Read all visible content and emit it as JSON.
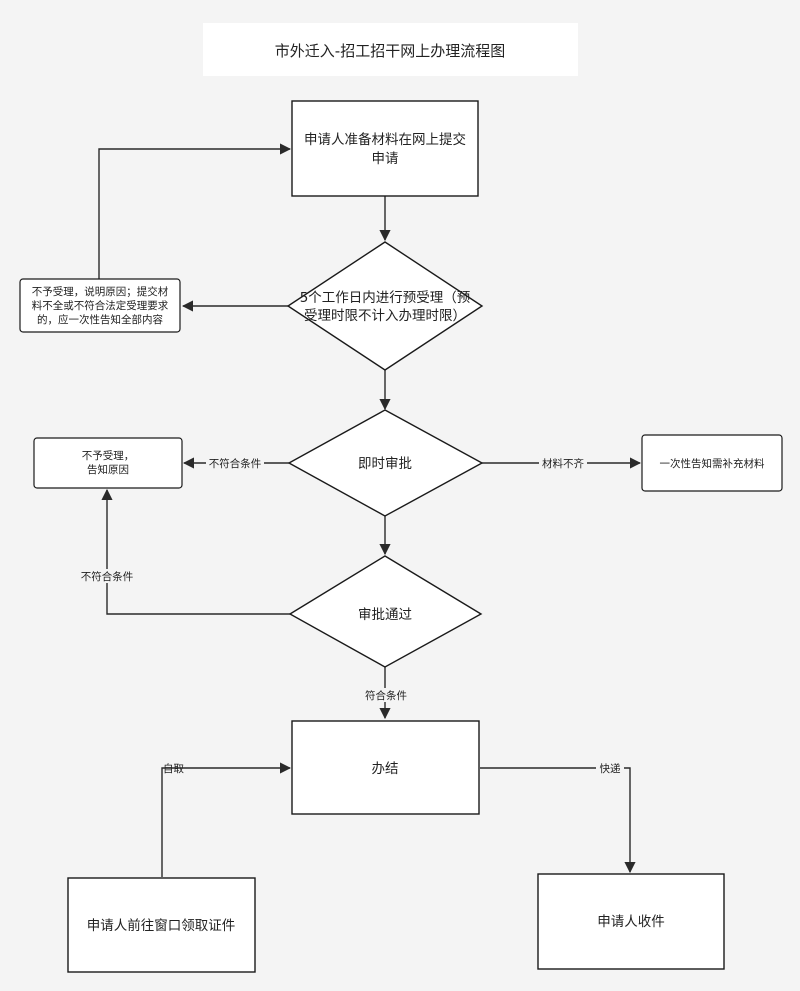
{
  "title": "市外迁入-招工招干网上办理流程图",
  "nodes": {
    "submit": [
      "申请人准备材料在网上提交",
      "申请"
    ],
    "pre_review": [
      "5个工作日内进行预受理（预",
      "受理时限不计入办理时限）"
    ],
    "reject_left": [
      "不予受理，说明原因；提交材",
      "料不全或不符合法定受理要求",
      "的，应一次性告知全部内容"
    ],
    "instant_approval": "即时审批",
    "reject_reason": [
      "不予受理，",
      "告知原因"
    ],
    "notify_supplement": "一次性告知需补充材料",
    "approval_passed": "审批通过",
    "process": "办结",
    "pickup_window": "申请人前往窗口领取证件",
    "receive": "申请人收件"
  },
  "edge_labels": {
    "not_qualified_1": "不符合条件",
    "materials_incomplete": "材料不齐",
    "not_qualified_2": "不符合条件",
    "qualified": "符合条件",
    "self_pickup": "自取",
    "express": "快递"
  }
}
